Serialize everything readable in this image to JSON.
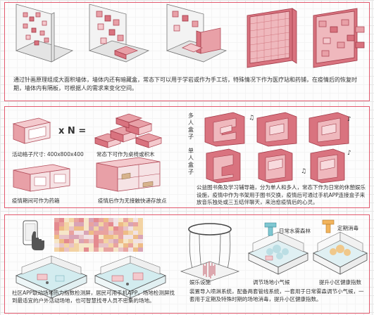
{
  "panel1": {
    "description": "通过针画原理组成大面积墙体，墙体内还有暗藏盒，常态下可以用于学岩或作为手工坊，特殊情况下作为医疗站和药铺，在疫情后的恢复时期，墙体内有隔板，可根据人的需求来变化空间。"
  },
  "panel2": {
    "multiply_symbol": "x N =",
    "box_size_label": "活动格子尺寸: 400x800x400",
    "normal_use_label": "常态下可作为桌椅或积木",
    "epidemic_pharmacy_label": "疫情期间可作为药箱",
    "post_epidemic_label": "疫情后作为无接触快递存放点",
    "multi_person_label": "多人盒子",
    "single_person_label": "单人盒子",
    "description": "公益图书角及学习辅导箱，分为单人和多人，常态下作为日常的休憩娱乐设施，疫情中作为书架用于图书交换，疫情后可通过手机APP连接盒子来放音乐独处或三五结伴聊天，来治愈疫情后的心灵。"
  },
  "panel3": {
    "app_description": "社区APP联动场地热力指数检测屏，居民可用手机APP，场地检测屏找到最适宜的户外活动场地，也可智慧找寻人员不密集的场地。",
    "entertainment_label": "娱乐设施",
    "microclimate_label": "调节场地小气候",
    "mist_forest_label": "日常水雾森林",
    "disinfect_label": "定期消毒",
    "health_label": "提升小区健康指数",
    "mist_description": "装置导入喷淋系统，配备两套管线系统，一套用于日常雾森调节小气候，一套用于定期及特殊时期的场地消毒，提升小区健康指数。"
  },
  "colors": {
    "accent": "#e25a6e",
    "pink": "#e8a0a7",
    "dark_pink": "#d9737f"
  }
}
